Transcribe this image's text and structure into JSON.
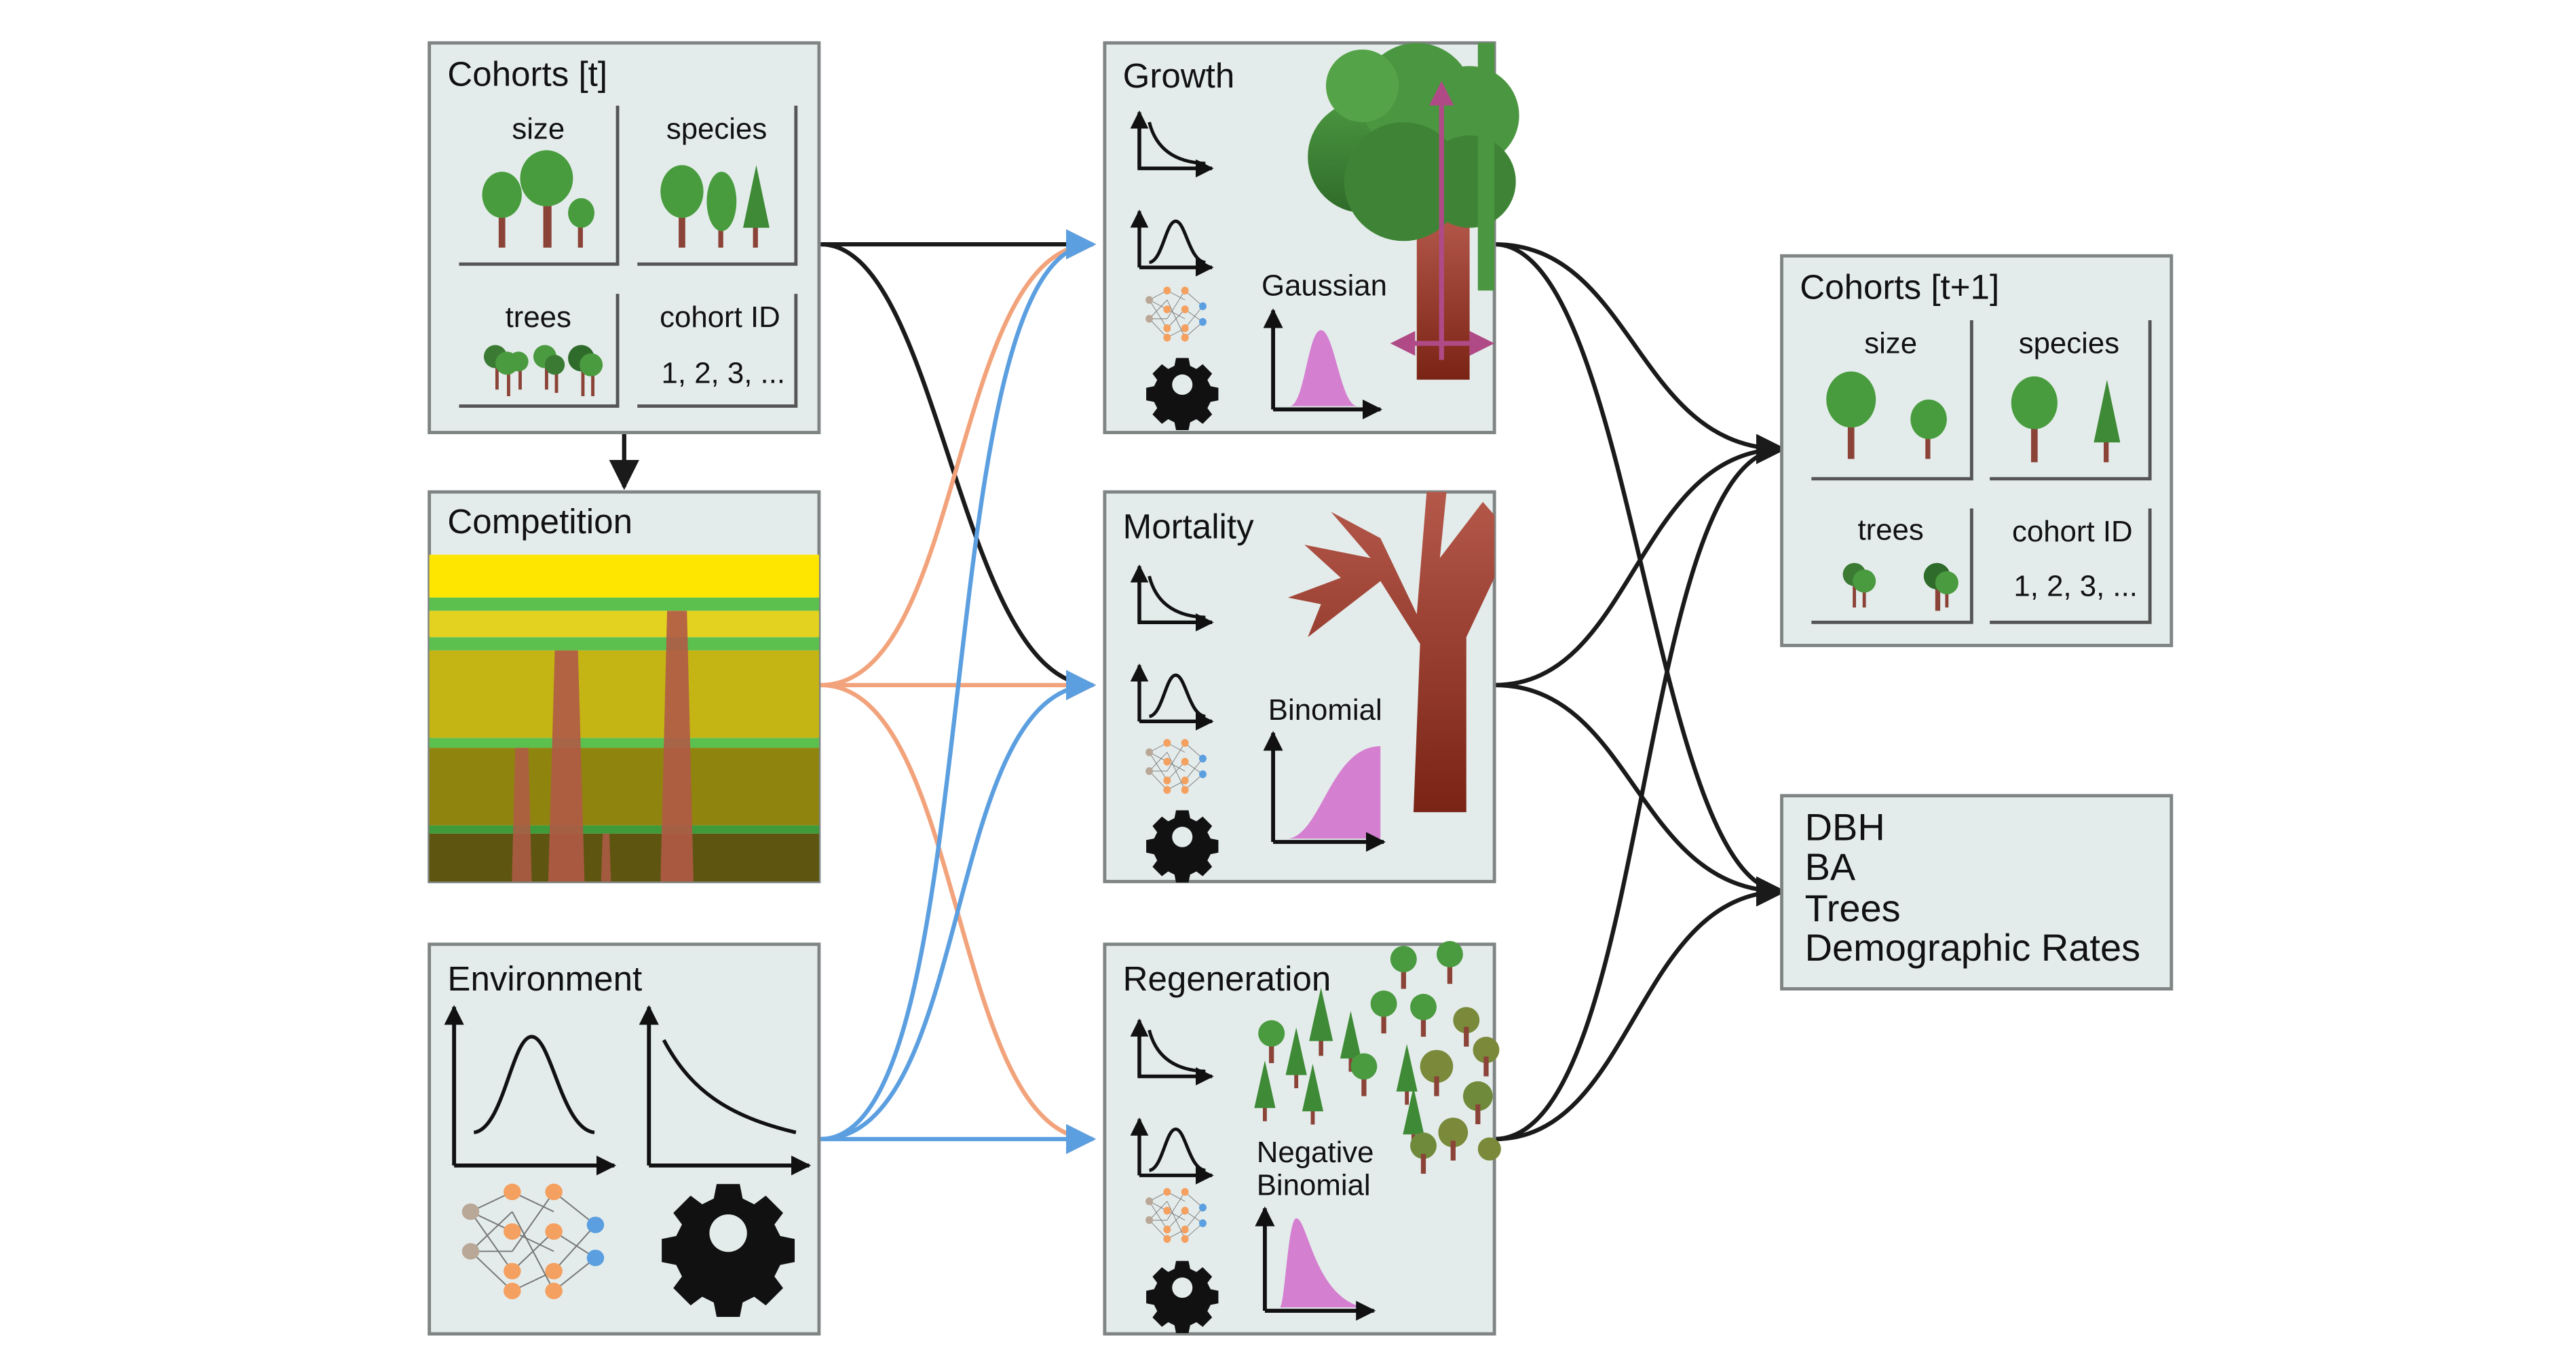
{
  "colors": {
    "box_fill": "#e4eceb",
    "box_stroke": "#7f8584",
    "arrow_black": "#1a1a1a",
    "arrow_orange": "#f2a37b",
    "arrow_blue": "#5b9fe0",
    "distribution_fill": "#d47fd0",
    "trunk": "#9a4a3c",
    "leaf_green": "#3f8a3a"
  },
  "cohorts_t": {
    "title": "Cohorts [t]",
    "panels": {
      "size": "size",
      "species": "species",
      "trees": "trees",
      "cohort_id": "cohort ID",
      "cohort_id_values": "1, 2, 3, ..."
    }
  },
  "competition": {
    "title": "Competition"
  },
  "environment": {
    "title": "Environment"
  },
  "growth": {
    "title": "Growth",
    "distribution": "Gaussian"
  },
  "mortality": {
    "title": "Mortality",
    "distribution": "Binomial"
  },
  "regeneration": {
    "title": "Regeneration",
    "distribution_line1": "Negative",
    "distribution_line2": "Binomial"
  },
  "cohorts_t1": {
    "title": "Cohorts [t+1]",
    "panels": {
      "size": "size",
      "species": "species",
      "trees": "trees",
      "cohort_id": "cohort ID",
      "cohort_id_values": "1, 2, 3, ..."
    }
  },
  "outputs": {
    "items": [
      "DBH",
      "BA",
      "Trees",
      "Demographic Rates"
    ]
  },
  "icons": [
    "decreasing-curve-icon",
    "bell-curve-icon",
    "neural-network-icon",
    "gear-icon",
    "tree-icon"
  ]
}
